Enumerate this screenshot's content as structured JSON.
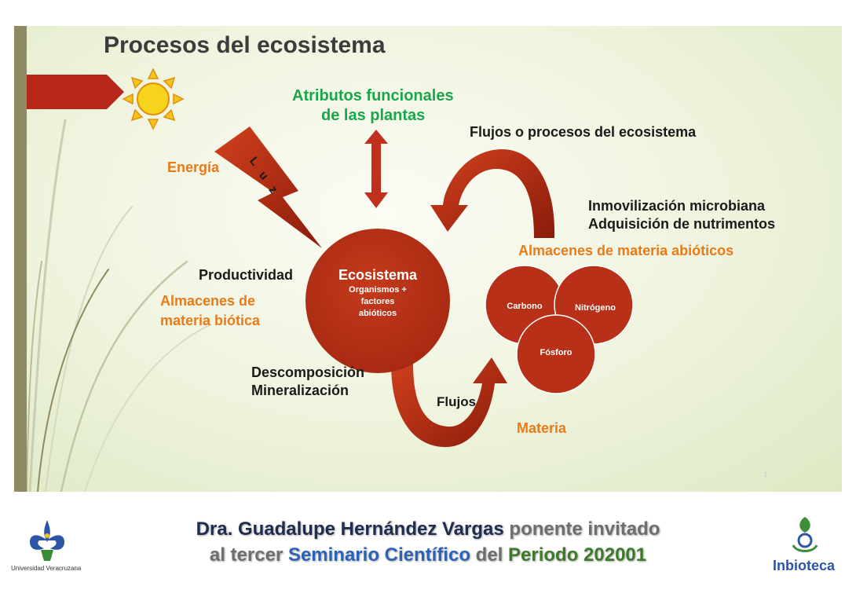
{
  "slide": {
    "title": "Procesos del ecosistema",
    "page_number": "1"
  },
  "labels": {
    "atributos_line1": "Atributos funcionales",
    "atributos_line2": "de las plantas",
    "flujos_procesos": "Flujos o procesos del ecosistema",
    "energia": "Energía",
    "luz": [
      "L",
      "u",
      "z"
    ],
    "inmovilizacion": "Inmovilización microbiana",
    "adquisicion": "Adquisición de nutrimentos",
    "almacenes_abioticos": "Almacenes de materia abióticos",
    "productividad": "Productividad",
    "almacenes_bioticos_line1": "Almacenes de",
    "almacenes_bioticos_line2": "materia biótica",
    "descomposicion": "Descomposición",
    "mineralizacion": "Mineralización",
    "flujos": "Flujos",
    "materia": "Materia"
  },
  "ecosystem": {
    "title": "Ecosistema",
    "line1": "Organismos +",
    "line2": "factores",
    "line3": "abióticos"
  },
  "nutrients": {
    "carbono": "Carbono",
    "nitrogeno": "Nitrógeno",
    "fosforo": "Fósforo"
  },
  "footer": {
    "name": "Dra. Guadalupe Hernández Vargas",
    "role": "ponente invitado",
    "prefix": "al tercer",
    "seminar": "Seminario Científico",
    "del": "del",
    "period": "Periodo 202001",
    "uv_label": "Universidad Veracruzana",
    "inbioteca_label": "Inbioteca"
  },
  "colors": {
    "red": "#b83018",
    "dark_red": "#8e1e0c",
    "orange": "#ea7a18",
    "green": "#1aa64a",
    "sun": "#f7c41a"
  }
}
